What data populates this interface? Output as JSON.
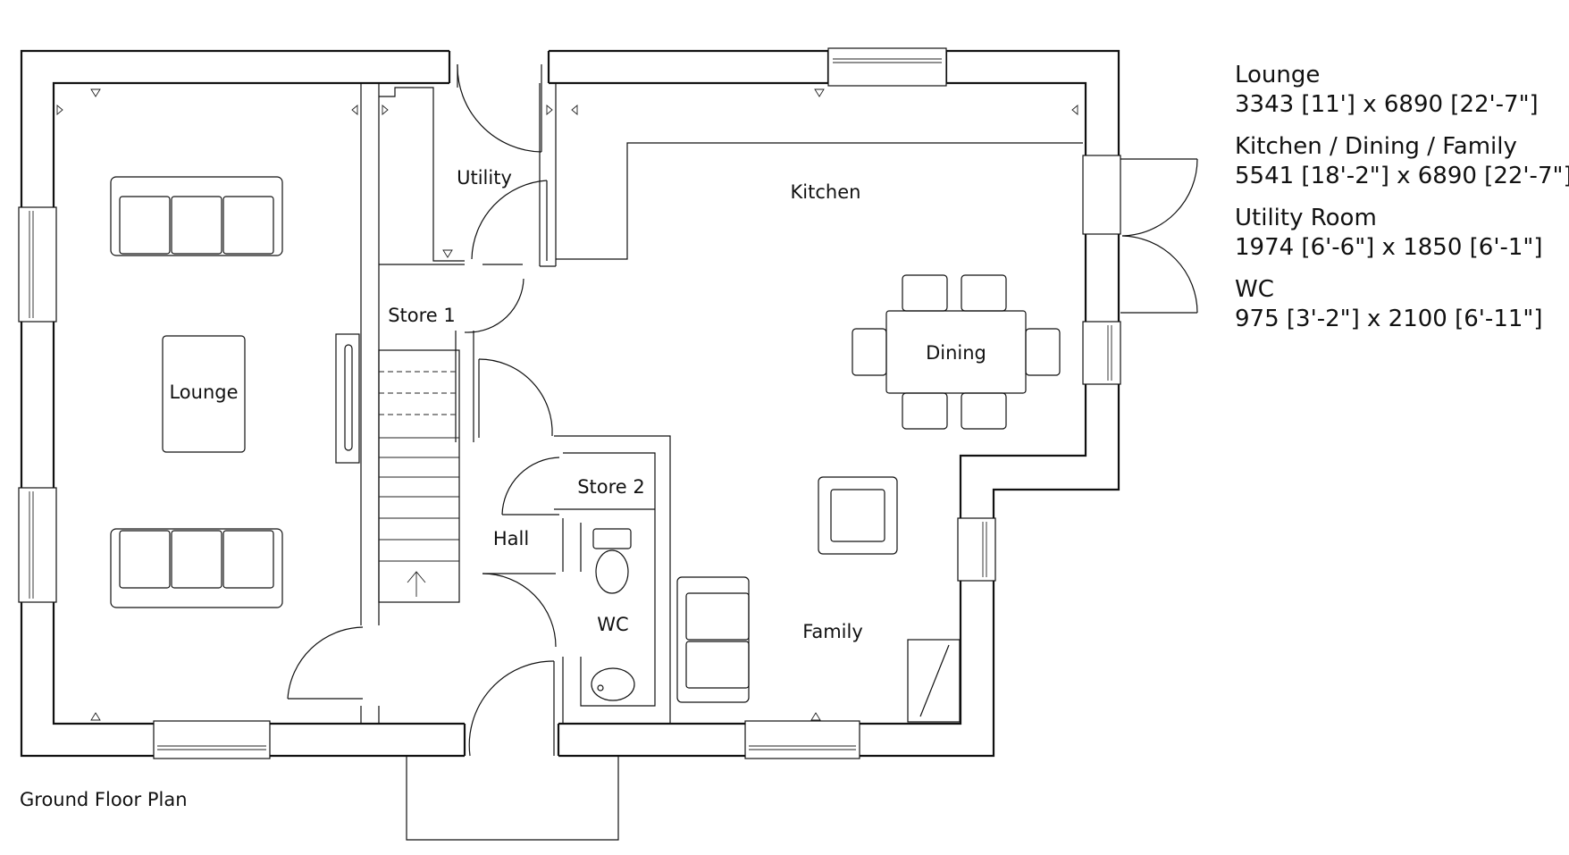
{
  "rooms": {
    "lounge": "Lounge",
    "utility": "Utility",
    "kitchen": "Kitchen",
    "store1": "Store 1",
    "dining": "Dining",
    "store2": "Store 2",
    "hall": "Hall",
    "wc": "WC",
    "family": "Family"
  },
  "schedule": [
    {
      "name": "Lounge",
      "dims": "3343 [11'] x 6890 [22'-7\"]"
    },
    {
      "name": "Kitchen / Dining / Family",
      "dims": "5541 [18'-2\"] x 6890 [22'-7\"]"
    },
    {
      "name": "Utility Room",
      "dims": "1974 [6'-6\"] x 1850 [6'-1\"]"
    },
    {
      "name": "WC",
      "dims": "975 [3'-2\"] x 2100 [6'-11\"]"
    }
  ],
  "caption": "Ground Floor Plan"
}
